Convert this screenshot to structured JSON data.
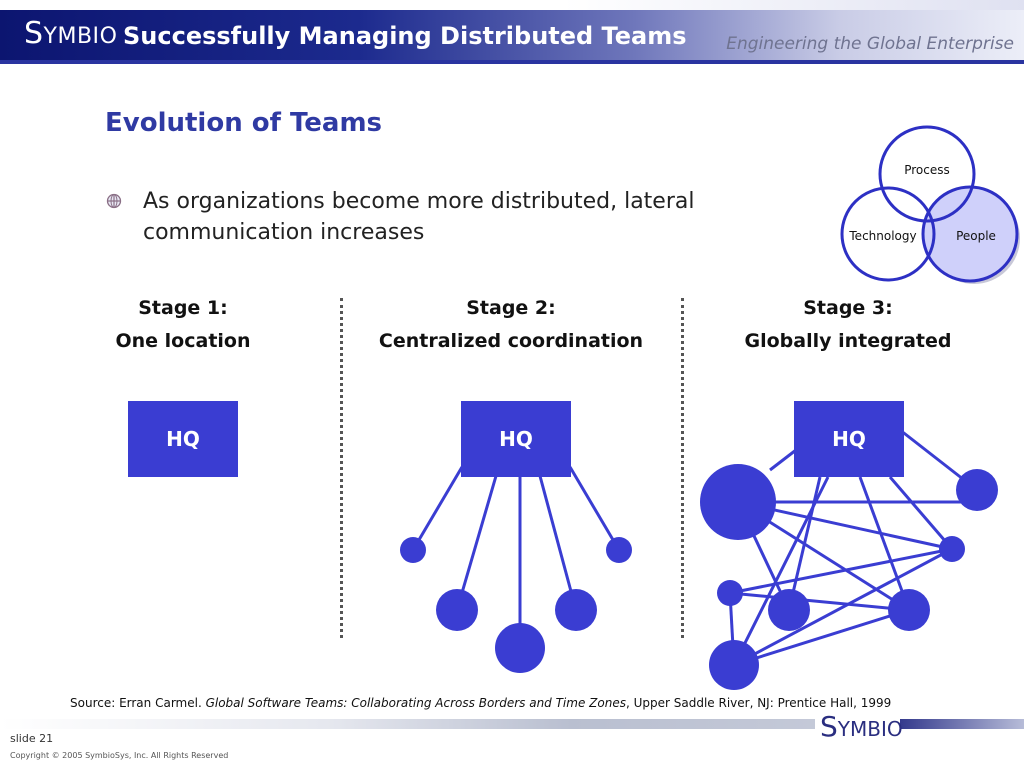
{
  "header": {
    "logo_first": "S",
    "logo_rest": "YMBI",
    "logo_end": "O",
    "title": "Successfully Managing Distributed Teams",
    "tagline": "Engineering the Global Enterprise"
  },
  "section_title": "Evolution of Teams",
  "bullet": "As organizations become more distributed, lateral communication increases",
  "venn": {
    "process": "Process",
    "technology": "Technology",
    "people": "People"
  },
  "stages": [
    {
      "line1": "Stage 1:",
      "line2": "One location"
    },
    {
      "line1": "Stage 2:",
      "line2": "Centralized coordination"
    },
    {
      "line1": "Stage 3:",
      "line2": "Globally integrated"
    }
  ],
  "hq_label": "HQ",
  "source": {
    "prefix": "Source: Erran Carmel. ",
    "book": "Global Software Teams: Collaborating Across Borders and Time Zones",
    "suffix": ", Upper Saddle River, NJ: Prentice Hall, 1999"
  },
  "footer": {
    "slide": "slide 21",
    "copyright": "Copyright © 2005 SymbioSys, Inc. All Rights Reserved",
    "logo_first": "S",
    "logo_rest": "YMBI",
    "logo_end": "O"
  },
  "colors": {
    "accent": "#3a3dd2",
    "title": "#2f3aa3",
    "venn_outline": "#2d30c4",
    "venn_fill": "#cfd0fa"
  }
}
